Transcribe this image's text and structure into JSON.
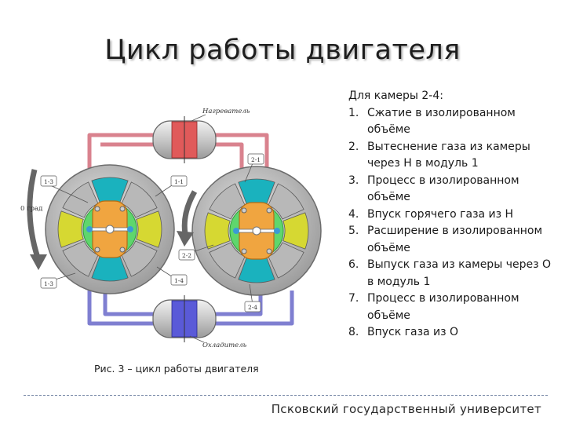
{
  "slide": {
    "title": "Цикл работы двигателя",
    "footer": "Псковский государственный университет"
  },
  "figure": {
    "caption": "Рис. 3 – цикл работы двигателя",
    "labels": {
      "heater": "Нагреватель",
      "cooler": "Охладитель",
      "zero_angle": "0 град",
      "l_1_3_top": "1-3",
      "l_1_1": "1-1",
      "l_1_3_bottom": "1-3",
      "l_1_4": "1-4",
      "l_2_1": "2-1",
      "l_2_2": "2-2",
      "l_2_4": "2-4"
    },
    "colors": {
      "hot": "#e05a5a",
      "cold": "#5a5ad8",
      "pipe_hot": "#d9828e",
      "pipe_cold": "#7f7fd1",
      "yellow": "#d6d832",
      "cyan": "#1ab2be",
      "green": "#3ccf4a",
      "orange": "#f0a540",
      "gray": "#b8b8b8"
    }
  },
  "process": {
    "heading": "Для камеры 2-4:",
    "steps": [
      {
        "num": "1.",
        "text": "Сжатие в изолированном объёме"
      },
      {
        "num": "2.",
        "text": "Вытеснение газа из камеры через Н в модуль 1"
      },
      {
        "num": "3.",
        "text": "Процесс в изолированном объёме"
      },
      {
        "num": "4.",
        "text": "Впуск горячего газа из Н"
      },
      {
        "num": "5.",
        "text": "Расширение в изолированном объёме"
      },
      {
        "num": "6.",
        "text": "Выпуск газа из камеры через О в модуль 1"
      },
      {
        "num": "7.",
        "text": "Процесс в изолированном объёме"
      },
      {
        "num": "8.",
        "text": "Впуск газа из О"
      }
    ]
  }
}
